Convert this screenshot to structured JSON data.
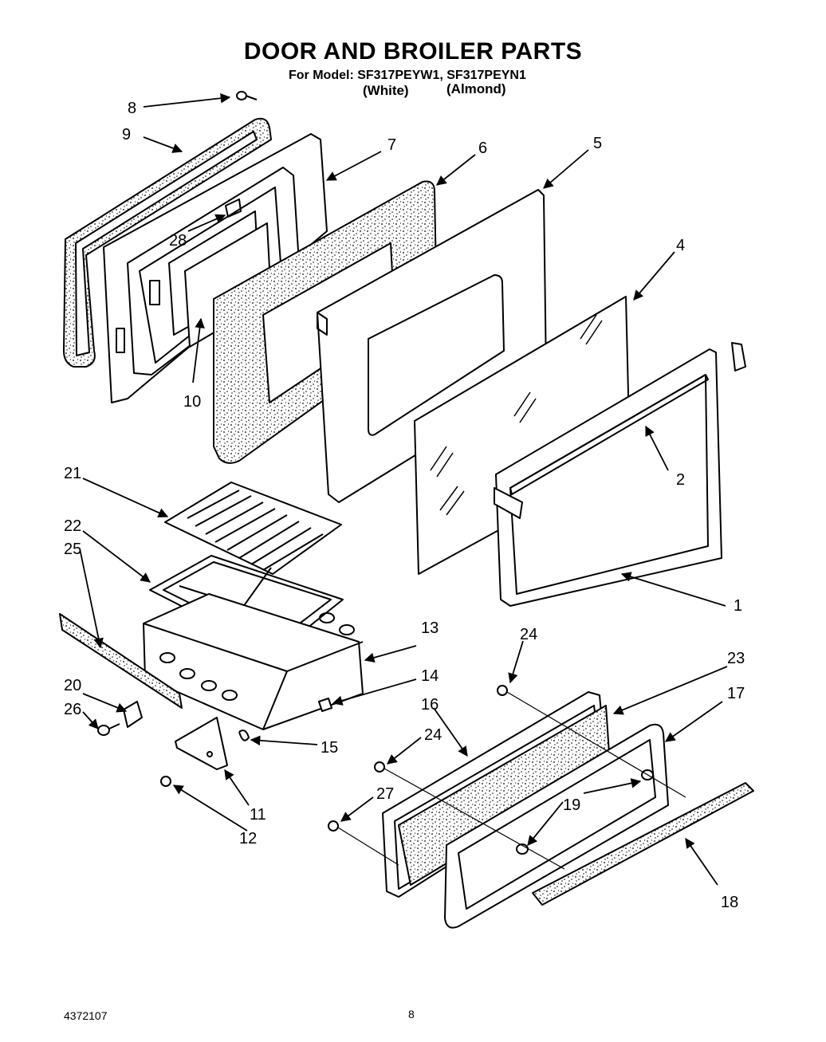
{
  "header": {
    "title": "DOOR AND BROILER PARTS",
    "model_line": "For Model: SF317PEYW1, SF317PEYN1",
    "color_white": "(White)",
    "color_almond": "(Almond)"
  },
  "callouts": [
    "8",
    "9",
    "7",
    "6",
    "5",
    "4",
    "28",
    "10",
    "2",
    "21",
    "22",
    "25",
    "1",
    "13",
    "24",
    "23",
    "14",
    "20",
    "16",
    "17",
    "26",
    "15",
    "24",
    "19",
    "27",
    "11",
    "12",
    "18"
  ],
  "footer": {
    "doc_number": "4372107",
    "page_number": "8"
  }
}
